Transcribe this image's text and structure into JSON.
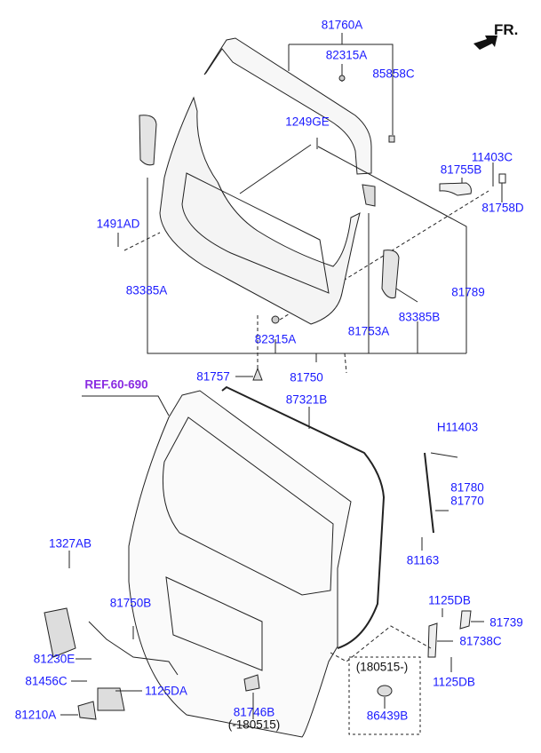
{
  "direction_label": "FR.",
  "reference": "REF.60-690",
  "parts": {
    "p81760A": "81760A",
    "p82315A_top": "82315A",
    "p85858C": "85858C",
    "p1249GE": "1249GE",
    "p11403C": "11403C",
    "p81755B": "81755B",
    "p81758D": "81758D",
    "p1491AD": "1491AD",
    "p83385A": "83385A",
    "p81789": "81789",
    "p83385B": "83385B",
    "p82315A_bottom": "82315A",
    "p81753A": "81753A",
    "p81757": "81757",
    "p81750": "81750",
    "p87321B": "87321B",
    "pH11403": "H11403",
    "p81780": "81780",
    "p81770": "81770",
    "p81163": "81163",
    "p1327AB": "1327AB",
    "p81750B": "81750B",
    "p81230E": "81230E",
    "p81456C": "81456C",
    "p1125DA": "1125DA",
    "p81210A": "81210A",
    "p81746B": "81746B",
    "p81746B_note": "(-180515)",
    "p1125DB_top": "1125DB",
    "p81739": "81739",
    "p81738C": "81738C",
    "p1125DB_bottom": "1125DB",
    "p86439B_note": "(180515-)",
    "p86439B": "86439B"
  },
  "colors": {
    "label": "#1a1aff",
    "reference": "#8a2be2",
    "line": "#222222"
  }
}
